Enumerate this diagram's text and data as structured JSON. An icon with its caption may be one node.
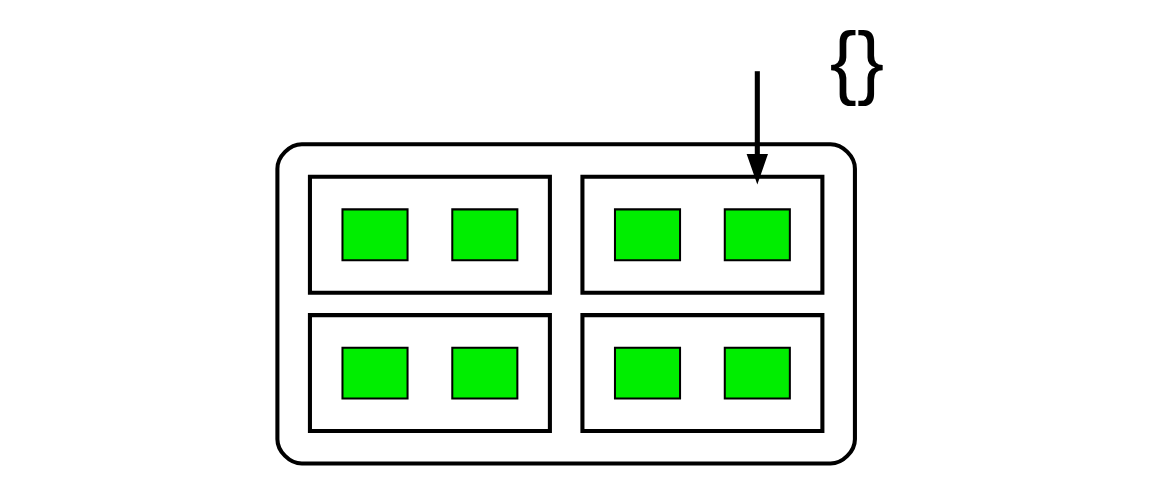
{
  "diagram": {
    "nodes": [
      {
        "text": [],
        "shape": "cloud"
      },
      {
        "text": [],
        "shape": "box",
        "in": 0
      },
      {
        "text": [],
        "shape": "box",
        "in": 1
      },
      {
        "text": [],
        "shape": "box",
        "in": 1
      },
      {
        "text": [],
        "shape": "box",
        "in": 0
      },
      {
        "text": [],
        "shape": "box",
        "in": 4
      },
      {
        "text": [],
        "shape": "box",
        "in": 4
      },
      {
        "text": [],
        "shape": "box",
        "in": 0
      },
      {
        "text": [],
        "shape": "box",
        "in": 7
      },
      {
        "text": [],
        "shape": "box",
        "in": 7
      },
      {
        "text": [],
        "shape": "box",
        "in": 0
      },
      {
        "text": [],
        "shape": "box",
        "in": 10
      },
      {
        "text": [],
        "shape": "box",
        "in": 10
      }
    ],
    "edges": [
      {
        "from": null,
        "to": 1,
        "arrow": "to"
      }
    ],
    "labels": [
      "{}"
    ]
  }
}
